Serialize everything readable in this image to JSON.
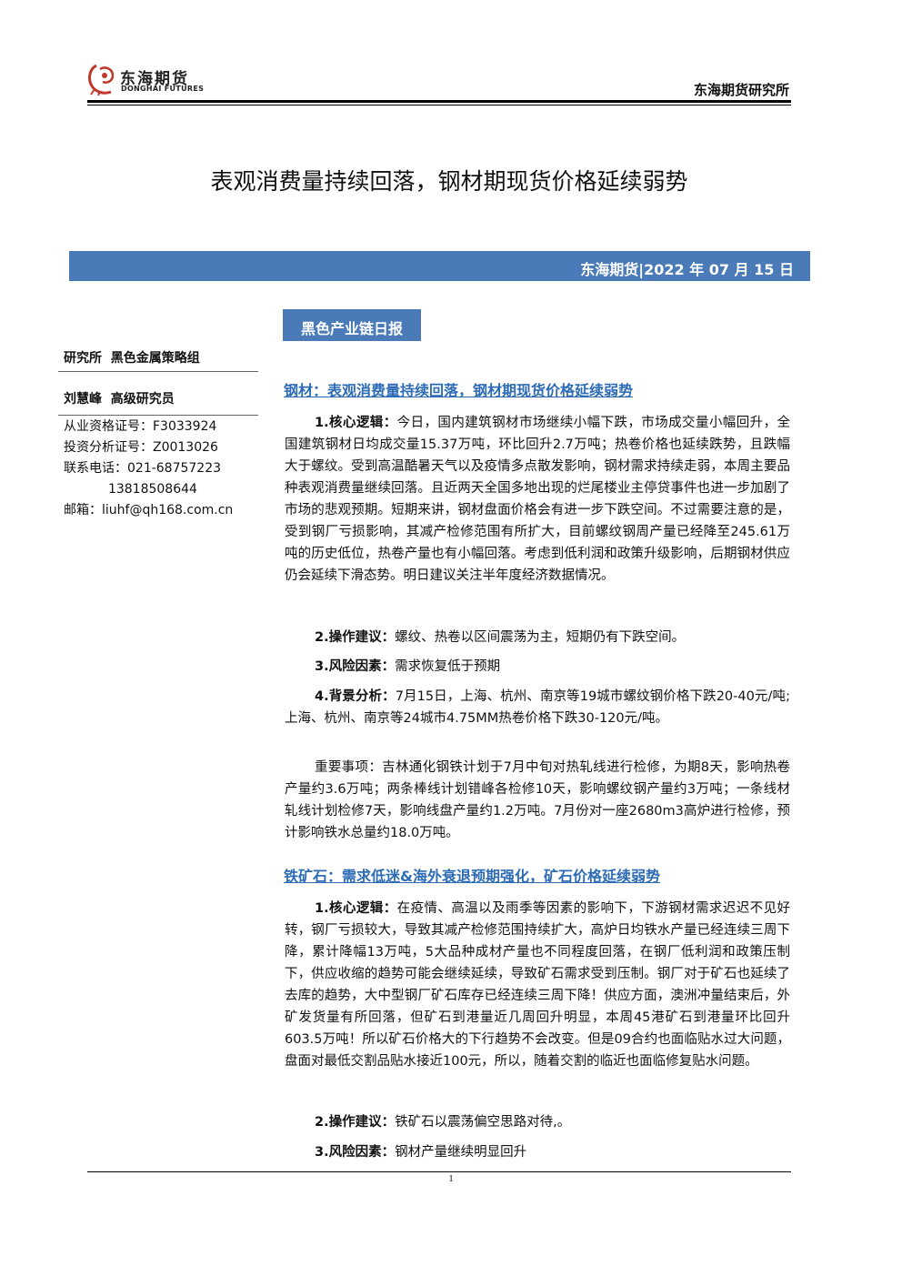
{
  "header": {
    "logo_cn": "东海期货",
    "logo_en": "DONGHAI FUTURES",
    "institute": "东海期货研究所",
    "brand_color": "#c0392b"
  },
  "title": "表观消费量持续回落，钢材期现货价格延续弱势",
  "date_bar": {
    "text": "东海期货|2022 年 07 月 15 日",
    "color": "#4a7ab8"
  },
  "report_tag": "黑色产业链日报",
  "sidebar": {
    "group": "研究所  黑色金属策略组",
    "author": "刘慧峰  高级研究员",
    "info": [
      "从业资格证号：F3033924",
      "投资分析证号：Z0013026",
      "联系电话：021-68757223",
      "           13818508644",
      "邮箱：liuhf@qh168.com.cn"
    ]
  },
  "sections": [
    {
      "title": "钢材：表观消费量持续回落，钢材期现货价格延续弱势",
      "paras": [
        {
          "label": "1.核心逻辑：",
          "text": "今日，国内建筑钢材市场继续小幅下跌，市场成交量小幅回升，全国建筑钢材日均成交量15.37万吨，环比回升2.7万吨；热卷价格也延续跌势，且跌幅大于螺纹。受到高温酷暑天气以及疫情多点散发影响，钢材需求持续走弱，本周主要品种表观消费量继续回落。且近两天全国多地出现的烂尾楼业主停贷事件也进一步加剧了市场的悲观预期。短期来讲，钢材盘面价格会有进一步下跌空间。不过需要注意的是，受到钢厂亏损影响，其减产检修范围有所扩大，目前螺纹钢周产量已经降至245.61万吨的历史低位，热卷产量也有小幅回落。考虑到低利润和政策升级影响，后期钢材供应仍会延续下滑态势。明日建议关注半年度经济数据情况。"
        },
        {
          "label": "2.操作建议：",
          "text": "螺纹、热卷以区间震荡为主，短期仍有下跌空间。"
        },
        {
          "label": "3.风险因素：",
          "text": "需求恢复低于预期"
        },
        {
          "label": "4.背景分析：",
          "text": "7月15日，上海、杭州、南京等19城市螺纹钢价格下跌20-40元/吨;上海、杭州、南京等24城市4.75MM热卷价格下跌30-120元/吨。"
        },
        {
          "label": "",
          "text": "重要事项：吉林通化钢铁计划于7月中旬对热轧线进行检修，为期8天，影响热卷产量约3.6万吨；两条棒线计划错峰各检修10天，影响螺纹钢产量约3万吨；一条线材轧线计划检修7天，影响线盘产量约1.2万吨。7月份对一座2680m3高炉进行检修，预计影响铁水总量约18.0万吨。"
        }
      ]
    },
    {
      "title": "铁矿石：需求低迷&海外衰退预期强化，矿石价格延续弱势",
      "paras": [
        {
          "label": "1.核心逻辑：",
          "text": "在疫情、高温以及雨季等因素的影响下，下游钢材需求迟迟不见好转，钢厂亏损较大，导致其减产检修范围持续扩大，高炉日均铁水产量已经连续三周下降，累计降幅13万吨，5大品种成材产量也不同程度回落，在钢厂低利润和政策压制下，供应收缩的趋势可能会继续延续，导致矿石需求受到压制。钢厂对于矿石也延续了去库的趋势，大中型钢厂矿石库存已经连续三周下降！供应方面，澳洲冲量结束后，外矿发货量有所回落，但矿石到港量近几周回升明显，本周45港矿石到港量环比回升603.5万吨！所以矿石价格大的下行趋势不会改变。但是09合约也面临贴水过大问题，盘面对最低交割品贴水接近100元，所以，随着交割的临近也面临修复贴水问题。"
        },
        {
          "label": "2.操作建议：",
          "text": "铁矿石以震荡偏空思路对待,。"
        },
        {
          "label": "3.风险因素：",
          "text": "钢材产量继续明显回升"
        }
      ]
    }
  ],
  "footer": {
    "page": "1"
  }
}
